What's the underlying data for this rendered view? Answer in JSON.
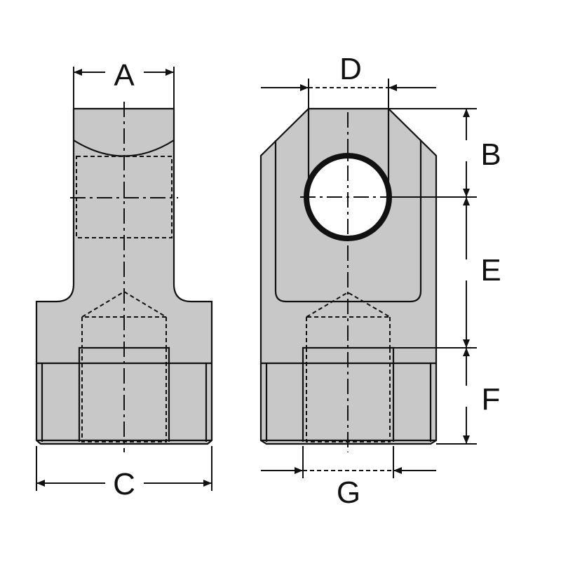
{
  "diagram": {
    "labels": {
      "A": "A",
      "B": "B",
      "C": "C",
      "D": "D",
      "E": "E",
      "F": "F",
      "G": "G"
    },
    "colors": {
      "part_fill": "#c8c8c8",
      "line": "#111111"
    }
  }
}
